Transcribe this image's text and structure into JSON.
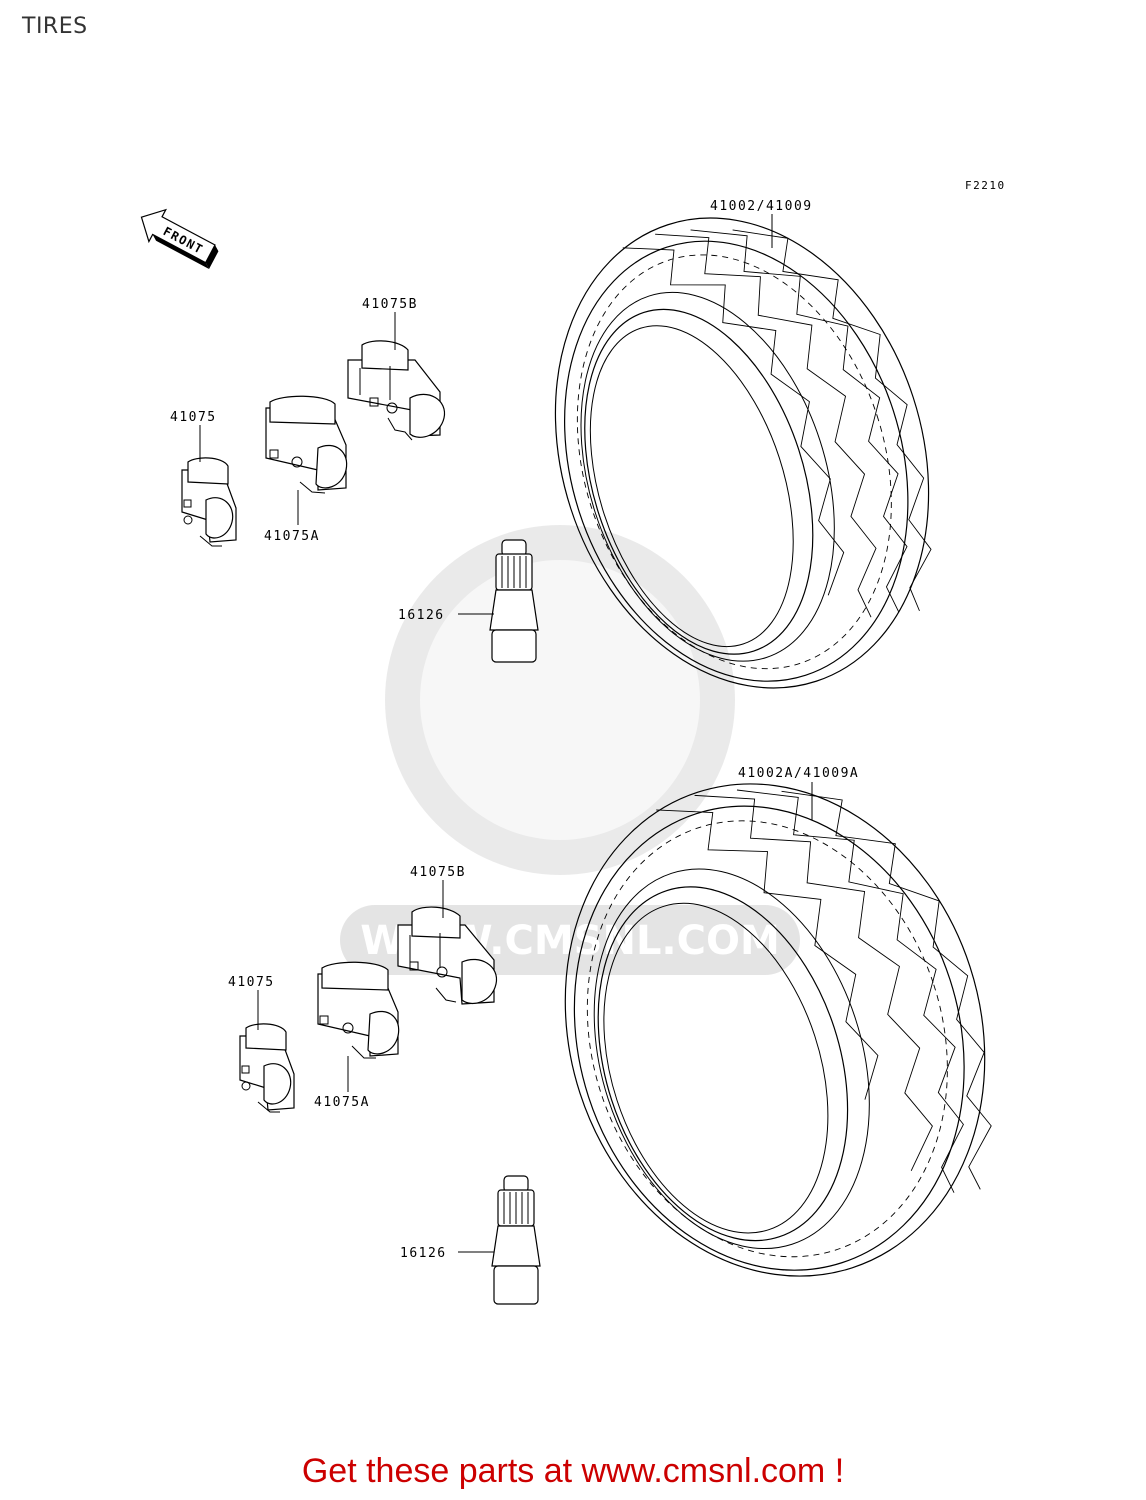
{
  "page": {
    "title": "TIRES"
  },
  "diagram": {
    "figure_code": "F2210",
    "direction_arrow": "FRONT",
    "watermark_text": "WWW.CMSNL.COM",
    "front_wheel": {
      "tire_label": "41002/41009",
      "weight_a_label": "41075A",
      "weight_b_label": "41075B",
      "weight_label": "41075",
      "valve_label": "16126"
    },
    "rear_wheel": {
      "tire_label": "41002A/41009A",
      "weight_a_label": "41075A",
      "weight_b_label": "41075B",
      "weight_label": "41075",
      "valve_label": "16126"
    }
  },
  "footer": {
    "text": "Get these parts at www.cmsnl.com !",
    "color": "#cc0000"
  }
}
